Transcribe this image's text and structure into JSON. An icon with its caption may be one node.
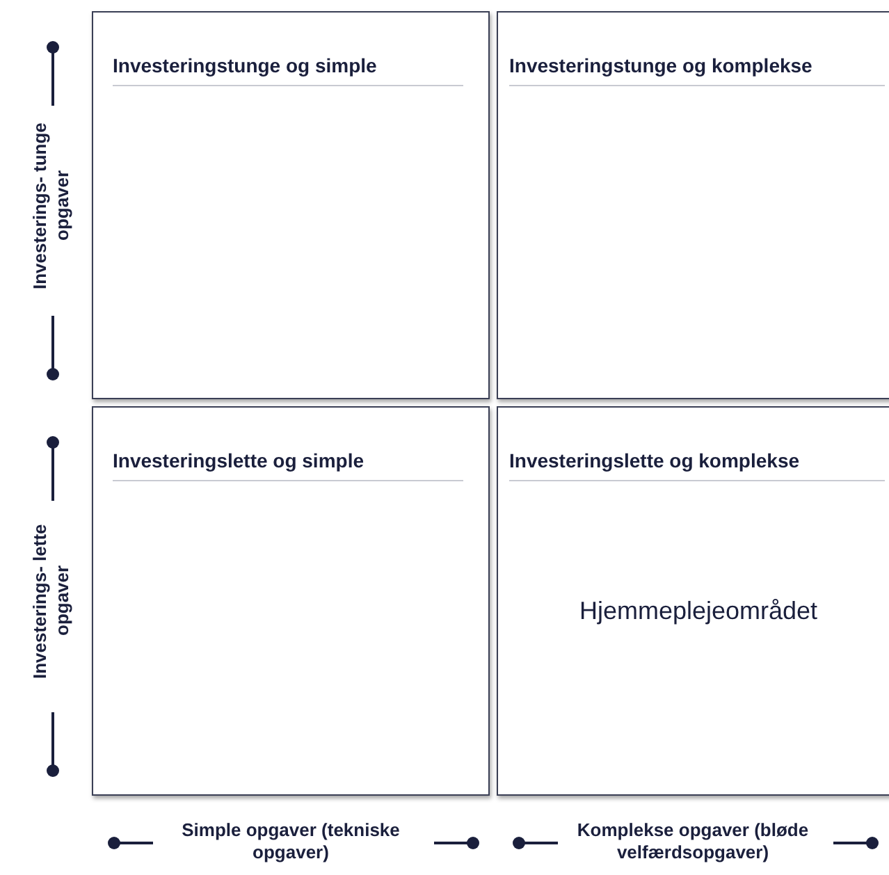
{
  "diagram": {
    "nodes": [
      {
        "text": [
          "Investeringstunge og simple"
        ]
      },
      {
        "text": [
          "Investeringstunge og komplekse"
        ]
      },
      {
        "text": [
          "Investeringslette og simple"
        ]
      },
      {
        "text": [
          "Investeringslette og komplekse",
          "Hjemmeplejeområdet"
        ]
      }
    ],
    "labels": [
      "Investerings- tunge opgaver",
      "Investerings- lette opgaver",
      "Simple opgaver (tekniske opgaver)",
      "Komplekse opgaver (bløde velfærdsopgaver)"
    ]
  }
}
